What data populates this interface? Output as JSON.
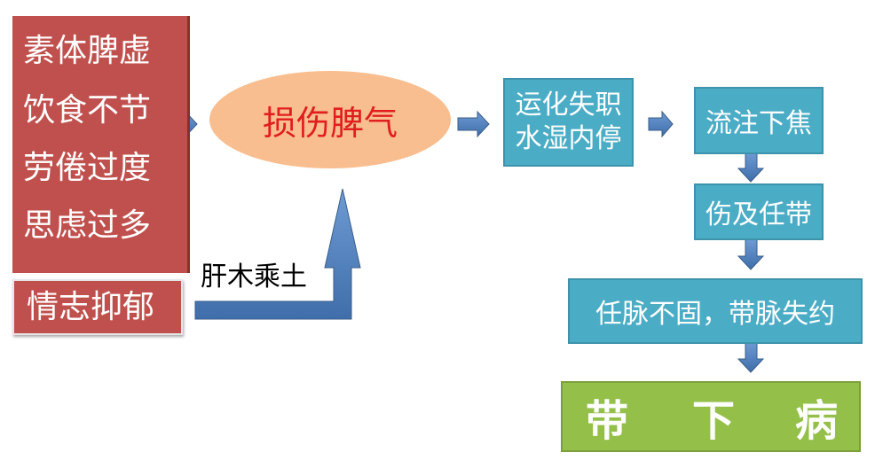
{
  "causes": [
    "素体脾虚",
    "饮食不节",
    "劳倦过度",
    "思虑过多"
  ],
  "emotion": "情志抑郁",
  "liver_label": "肝木乘土",
  "spleen_damage": "损伤脾气",
  "step1": [
    "运化失职",
    "水湿内停"
  ],
  "step2": "流注下焦",
  "step3": "伤及任带",
  "step4": "任脉不固，带脉失约",
  "result": [
    "带",
    "下",
    "病"
  ],
  "colors": {
    "cause_box": "#c0504d",
    "ellipse_fill": "#f9be8f",
    "ellipse_text": "#e01e1e",
    "step_box": "#4bacc6",
    "result_box": "#94c04a",
    "arrow": "#4f81bd"
  }
}
